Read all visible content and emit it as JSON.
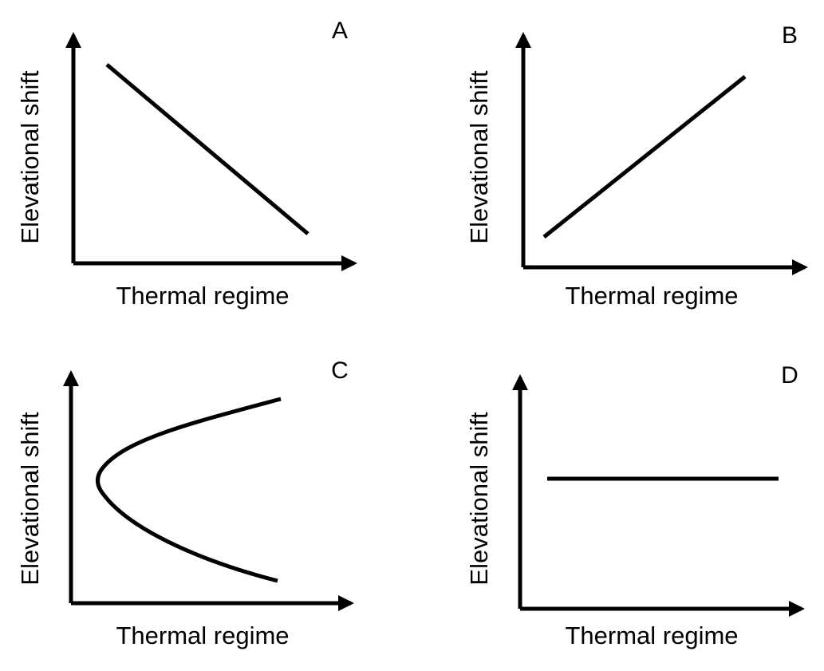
{
  "figure": {
    "line_color": "#000000",
    "background": "#ffffff",
    "panels": [
      {
        "letter": "A",
        "xlabel": "Thermal regime",
        "ylabel": "Elevational shift",
        "relationship": "negative linear"
      },
      {
        "letter": "B",
        "xlabel": "Thermal regime",
        "ylabel": "Elevational shift",
        "relationship": "positive linear"
      },
      {
        "letter": "C",
        "xlabel": "Thermal regime",
        "ylabel": "Elevational shift",
        "relationship": "sideways parabola opening right"
      },
      {
        "letter": "D",
        "xlabel": "Thermal regime",
        "ylabel": "Elevational shift",
        "relationship": "flat horizontal"
      }
    ]
  }
}
